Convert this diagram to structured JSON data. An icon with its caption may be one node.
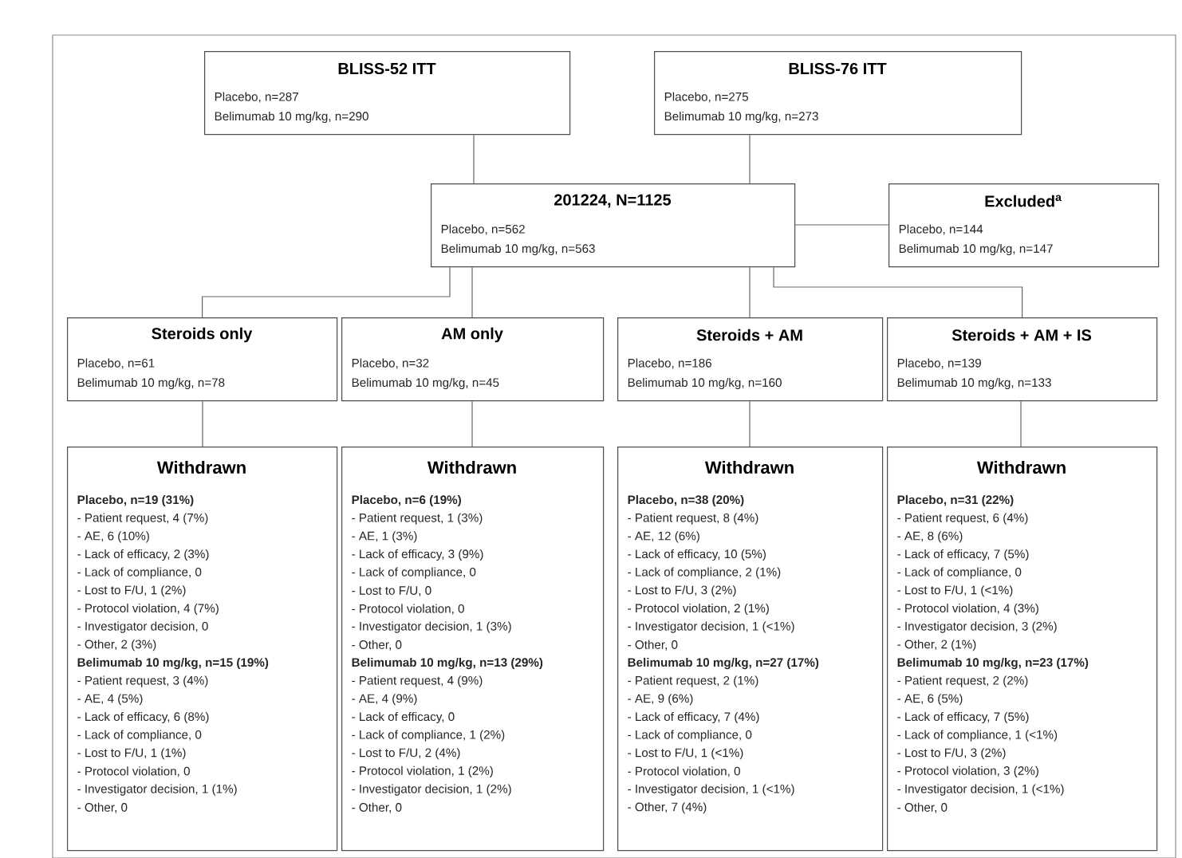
{
  "diagram": {
    "nodes": [
      {
        "text": [
          "BLISS-52 ITT",
          "Placebo, n=287",
          "Belimumab 10 mg/kg, n=290"
        ]
      },
      {
        "text": [
          "BLISS-76 ITT",
          "Placebo, n=275",
          "Belimumab 10 mg/kg, n=273"
        ]
      },
      {
        "text": [
          "201224, N=1125",
          "Placebo, n=562",
          "Belimumab 10 mg/kg, n=563"
        ]
      },
      {
        "text": [
          "Excluded$^{a}$",
          "Placebo, n=144",
          "Belimumab 10 mg/kg, n=147"
        ]
      },
      {
        "text": [
          "Steroids only",
          "Placebo, n=61",
          "Belimumab 10 mg/kg, n=78"
        ]
      },
      {
        "text": [
          "AM only",
          "Placebo, n=32",
          "Belimumab 10 mg/kg, n=45"
        ]
      },
      {
        "text": [
          "Steroids + AM",
          "Placebo, n=186",
          "Belimumab 10 mg/kg, n=160"
        ]
      },
      {
        "text": [
          "Steroids + AM + IS",
          "Placebo, n=139",
          "Belimumab 10 mg/kg, n=133"
        ]
      },
      {
        "text": [
          "Withdrawn",
          "Placebo, n=19 (31%)",
          "- Patient request, 4 (7%)",
          "- AE, 6 (10%)",
          "- Lack of efficacy, 2 (3%)",
          "- Lack of compliance, 0",
          "- Lost to F/U, 1 (2%)",
          "- Protocol violation, 4 (7%)",
          "- Investigator decision, 0",
          "- Other, 2 (3%)",
          "Belimumab 10 mg/kg, n=15 (19%)",
          "- Patient request, 3 (4%)",
          "- AE, 4 (5%)",
          "- Lack of efficacy, 6 (8%)",
          "- Lack of compliance, 0",
          "- Lost to F/U, 1 (1%)",
          "- Protocol violation, 0",
          "- Investigator decision, 1 (1%)",
          "- Other, 0"
        ]
      },
      {
        "text": [
          "Withdrawn",
          "Placebo, n=6 (19%)",
          "- Patient request, 1 (3%)",
          "- AE, 1 (3%)",
          "- Lack of efficacy, 3 (9%)",
          "- Lack of compliance, 0",
          "- Lost to F/U, 0",
          "- Protocol violation, 0",
          "- Investigator decision, 1 (3%)",
          "- Other, 0",
          "Belimumab 10 mg/kg, n=13 (29%)",
          "- Patient request, 4 (9%)",
          "- AE, 4 (9%)",
          "- Lack of efficacy, 0",
          "- Lack of compliance, 1 (2%)",
          "- Lost to F/U, 2 (4%)",
          "- Protocol violation, 1 (2%)",
          "- Investigator decision, 1 (2%)",
          "- Other, 0"
        ]
      },
      {
        "text": [
          "Withdrawn",
          "Placebo, n=38 (20%)",
          "- Patient request, 8 (4%)",
          "- AE, 12 (6%)",
          "- Lack of efficacy, 10 (5%)",
          "- Lack of compliance, 2 (1%)",
          "- Lost to F/U, 3 (2%)",
          "- Protocol violation, 2 (1%)",
          "- Investigator decision, 1 (<1%)",
          "- Other, 0",
          "Belimumab 10 mg/kg, n=27 (17%)",
          "- Patient request, 2 (1%)",
          "- AE, 9 (6%)",
          "- Lack of efficacy, 7 (4%)",
          "- Lack of compliance, 0",
          "- Lost to F/U, 1 (<1%)",
          "- Protocol violation, 0",
          "- Investigator decision, 1 (<1%)",
          "- Other, 7 (4%)"
        ]
      },
      {
        "text": [
          "Withdrawn",
          "Placebo, n=31 (22%)",
          "- Patient request, 6 (4%)",
          "- AE, 8 (6%)",
          "- Lack of efficacy, 7 (5%)",
          "- Lack of compliance, 0",
          "- Lost to F/U, 1 (<1%)",
          "- Protocol violation, 4 (3%)",
          "- Investigator decision, 3 (2%)",
          "- Other, 2 (1%)",
          "Belimumab 10 mg/kg, n=23 (17%)",
          "- Patient request, 2 (2%)",
          "- AE, 6 (5%)",
          "- Lack of efficacy, 7 (5%)",
          "- Lack of compliance, 1 (<1%)",
          "- Lost to F/U, 3 (2%)",
          "- Protocol violation, 3 (2%)",
          "- Investigator decision, 1 (<1%)",
          "- Other, 0"
        ]
      }
    ],
    "edges": [
      {
        "from": 0,
        "to": 2,
        "arrow": "none"
      },
      {
        "from": 1,
        "to": 2,
        "arrow": "none"
      },
      {
        "from": 2,
        "to": 3,
        "arrow": "none"
      },
      {
        "from": 2,
        "to": 4,
        "arrow": "none"
      },
      {
        "from": 2,
        "to": 5,
        "arrow": "none"
      },
      {
        "from": 2,
        "to": 6,
        "arrow": "none"
      },
      {
        "from": 2,
        "to": 7,
        "arrow": "none"
      },
      {
        "from": 4,
        "to": 8,
        "arrow": "none"
      },
      {
        "from": 5,
        "to": 9,
        "arrow": "none"
      },
      {
        "from": 6,
        "to": 10,
        "arrow": "none"
      },
      {
        "from": 7,
        "to": 11,
        "arrow": "none"
      }
    ]
  }
}
